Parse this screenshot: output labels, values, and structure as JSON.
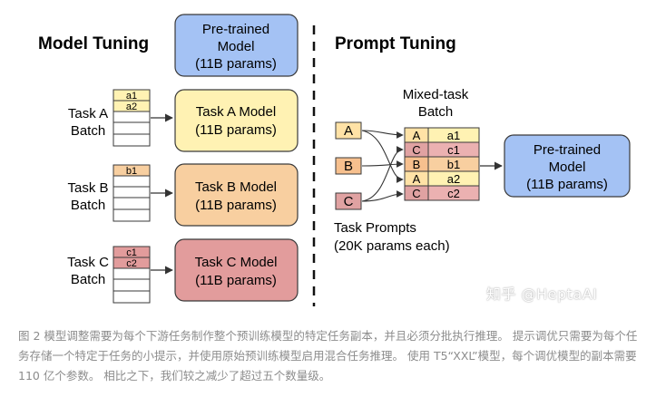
{
  "colors": {
    "pretrained": "#a4c2f4",
    "task_a": "#fff2b3",
    "task_b": "#f8cfa0",
    "task_c": "#e29c9c",
    "prompt_a": "#ffe2a6",
    "prompt_b": "#f7c08e",
    "prompt_c": "#e0a2a2",
    "border": "#3a3a3a"
  },
  "left": {
    "title": "Model Tuning",
    "pretrained": {
      "line1": "Pre-trained",
      "line2": "Model",
      "line3": "(11B params)"
    },
    "tasks": [
      {
        "label1": "Task A",
        "label2": "Batch",
        "rows": [
          "a1",
          "a2"
        ],
        "model_line1": "Task A Model",
        "model_line2": "(11B params)"
      },
      {
        "label1": "Task B",
        "label2": "Batch",
        "rows": [
          "b1"
        ],
        "model_line1": "Task B Model",
        "model_line2": "(11B params)"
      },
      {
        "label1": "Task C",
        "label2": "Batch",
        "rows": [
          "c1",
          "c2"
        ],
        "model_line1": "Task C Model",
        "model_line2": "(11B params)"
      }
    ]
  },
  "right": {
    "title": "Prompt Tuning",
    "mixed_title_line1": "Mixed-task",
    "mixed_title_line2": "Batch",
    "prompts": [
      "A",
      "B",
      "C"
    ],
    "batch": [
      {
        "prompt": "A",
        "data": "a1"
      },
      {
        "prompt": "C",
        "data": "c1"
      },
      {
        "prompt": "B",
        "data": "b1"
      },
      {
        "prompt": "A",
        "data": "a2"
      },
      {
        "prompt": "C",
        "data": "c2"
      }
    ],
    "prompts_label_line1": "Task Prompts",
    "prompts_label_line2": "(20K params each)",
    "pretrained": {
      "line1": "Pre-trained",
      "line2": "Model",
      "line3": "(11B params)"
    }
  },
  "watermark": "知乎 @HeptaAI",
  "caption": "图 2 模型调整需要为每个下游任务制作整个预训练模型的特定任务副本，并且必须分批执行推理。 提示调优只需要为每个任务存储一个特定于任务的小提示，并使用原始预训练模型启用混合任务推理。 使用 T5“XXL”模型，每个调优模型的副本需要 110 亿个参数。 相比之下，我们较之减少了超过五个数量级。"
}
